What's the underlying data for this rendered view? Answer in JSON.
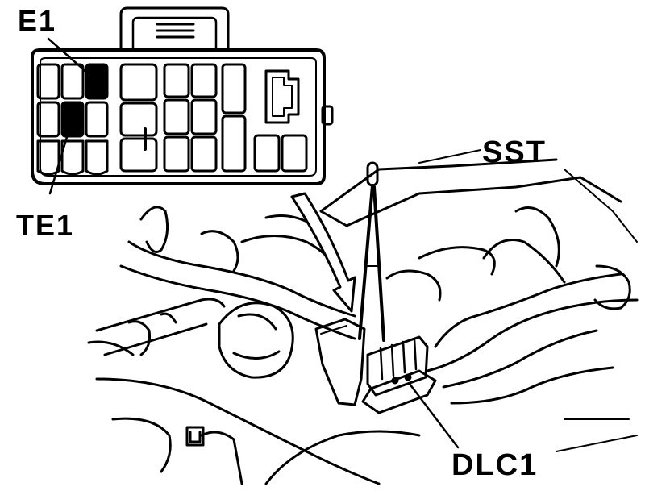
{
  "labels": {
    "e1": "E1",
    "te1": "TE1",
    "sst": "SST",
    "dlc1": "DLC1"
  },
  "colors": {
    "line": "#000000",
    "background": "#ffffff"
  }
}
